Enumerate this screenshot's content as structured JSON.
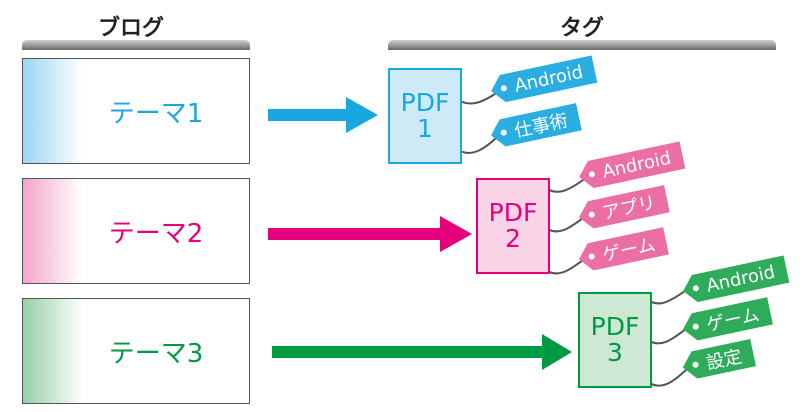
{
  "headers": {
    "blog": "ブログ",
    "tag": "タグ"
  },
  "themes": [
    {
      "label": "テーマ1",
      "color": "#1aa6df",
      "fill": "#d6eef8"
    },
    {
      "label": "テーマ2",
      "color": "#e5007e",
      "fill": "#f8d4e6"
    },
    {
      "label": "テーマ3",
      "color": "#009944",
      "fill": "#cfe8d5"
    }
  ],
  "pdfs": [
    {
      "line1": "PDF",
      "line2": "1",
      "tags": [
        "Android",
        "仕事術"
      ]
    },
    {
      "line1": "PDF",
      "line2": "2",
      "tags": [
        "Android",
        "アプリ",
        "ゲーム"
      ]
    },
    {
      "line1": "PDF",
      "line2": "3",
      "tags": [
        "Android",
        "ゲーム",
        "設定"
      ]
    }
  ],
  "colors": {
    "theme1": "#1aa6df",
    "theme2": "#e5007e",
    "theme3": "#009944",
    "tag1": "#2aaee2",
    "tag2": "#eb6ea5",
    "tag3": "#2fac5a"
  }
}
